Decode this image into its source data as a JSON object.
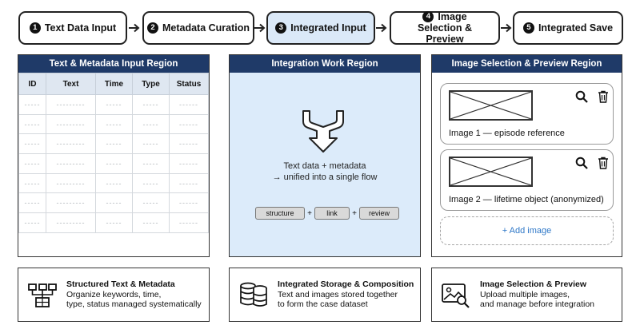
{
  "steps": [
    {
      "num": "1",
      "label": "Text Data Input"
    },
    {
      "num": "2",
      "label": "Metadata Curation"
    },
    {
      "num": "3",
      "label": "Integrated Input"
    },
    {
      "num": "4",
      "label": "Image Selection & Preview"
    },
    {
      "num": "5",
      "label": "Integrated Save"
    }
  ],
  "left_panel": {
    "title": "Text & Metadata Input Region",
    "columns": [
      "ID",
      "Text",
      "Time",
      "Type",
      "Status"
    ],
    "cells": [
      "-----",
      "---------",
      "-----",
      "-----",
      "------"
    ]
  },
  "middle_panel": {
    "title": "Integration Work Region",
    "line1": "Text data + metadata",
    "line2": "→ unified into a single flow",
    "chips": [
      "structure",
      "link",
      "review"
    ],
    "plus": "+"
  },
  "right_panel": {
    "title": "Image Selection & Preview Region",
    "images": [
      {
        "caption": "Image 1 — episode reference"
      },
      {
        "caption": "Image 2 — lifetime object (anonymized)"
      }
    ],
    "add_label": "+ Add image"
  },
  "footer": [
    {
      "title": "Structured Text & Metadata",
      "line1": "Organize keywords, time,",
      "line2": "type, status managed systematically",
      "icon": "structured-data-icon"
    },
    {
      "title": "Integrated Storage & Composition",
      "line1": "Text and images stored together",
      "line2": "to form the case dataset",
      "icon": "database-icon"
    },
    {
      "title": "Image Selection & Preview",
      "line1": "Upload multiple images,",
      "line2": "and manage before integration",
      "icon": "image-search-icon"
    }
  ],
  "colors": {
    "header": "#1f3a68",
    "active_step": "#dbe9f8",
    "work_area": "#dcebfa",
    "link": "#2f78c8"
  }
}
